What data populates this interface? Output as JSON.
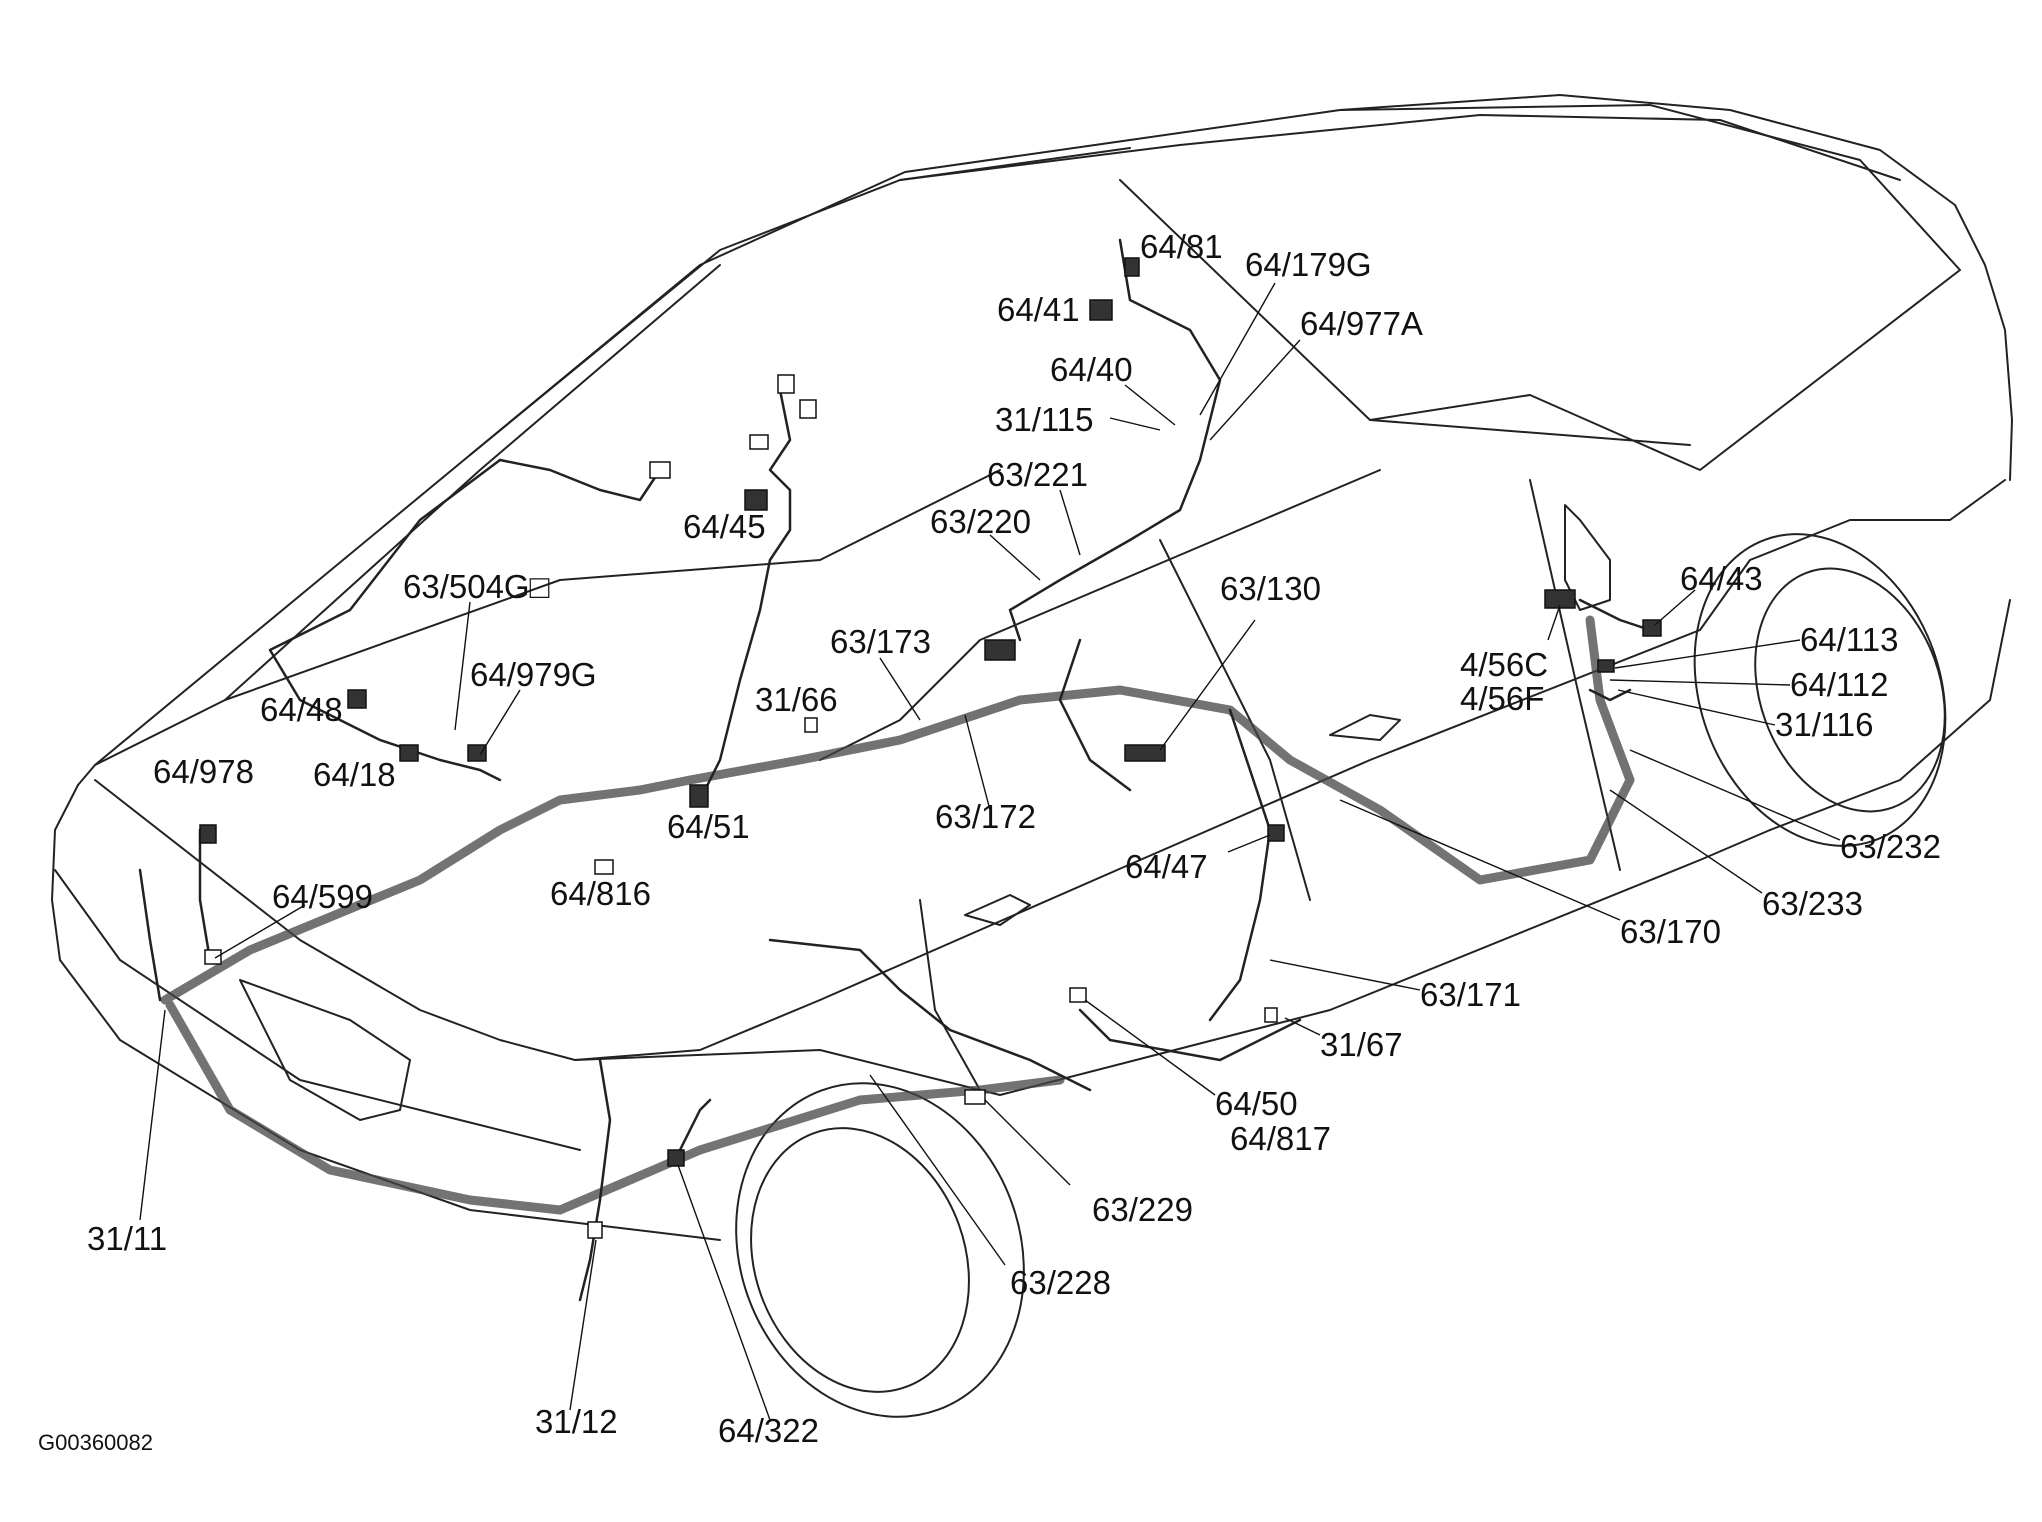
{
  "figure_code": "G00360082",
  "labels": {
    "l_64_81": "64/81",
    "l_64_179g": "64/179G",
    "l_64_41": "64/41",
    "l_64_977a": "64/977A",
    "l_64_40": "64/40",
    "l_31_115": "31/115",
    "l_63_221": "63/221",
    "l_63_220": "63/220",
    "l_64_45": "64/45",
    "l_63_504g": "63/504G□",
    "l_63_130": "63/130",
    "l_63_173": "63/173",
    "l_64_979g": "64/979G",
    "l_31_66": "31/66",
    "l_64_48": "64/48",
    "l_64_18": "64/18",
    "l_64_978": "64/978",
    "l_64_51": "64/51",
    "l_63_172": "63/172",
    "l_64_816": "64/816",
    "l_64_599": "64/599",
    "l_64_47": "64/47",
    "l_64_43": "64/43",
    "l_64_113": "64/113",
    "l_4_56c": "4/56C",
    "l_64_112": "64/112",
    "l_4_56f": "4/56F",
    "l_31_116": "31/116",
    "l_63_232": "63/232",
    "l_63_233": "63/233",
    "l_63_170": "63/170",
    "l_63_171": "63/171",
    "l_31_67": "31/67",
    "l_64_50": "64/50",
    "l_64_817": "64/817",
    "l_63_229": "63/229",
    "l_31_11": "31/11",
    "l_63_228": "63/228",
    "l_31_12": "31/12",
    "l_64_322": "64/322"
  }
}
